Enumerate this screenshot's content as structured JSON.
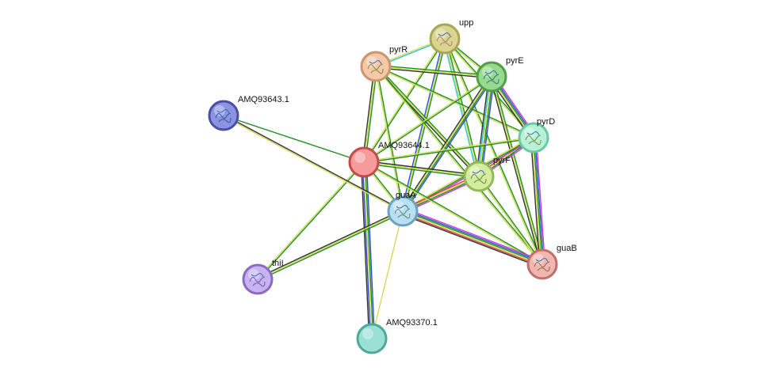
{
  "network": {
    "nodes": [
      {
        "id": "upp",
        "label": "upp",
        "fill": "#d9d58f",
        "ring": "#a9a55a",
        "glyph": "#b07a7a",
        "structure": true
      },
      {
        "id": "pyrR",
        "label": "pyrR",
        "fill": "#f7c8a8",
        "ring": "#c99670",
        "glyph": "#7a8a3a",
        "structure": true
      },
      {
        "id": "pyrE",
        "label": "pyrE",
        "fill": "#98d98f",
        "ring": "#4f9f47",
        "glyph": "#2a7a7a",
        "structure": true
      },
      {
        "id": "AMQ93643.1",
        "label": "AMQ93643.1",
        "fill": "#8d93e0",
        "ring": "#4a4fa6",
        "glyph": "#2a5aa8",
        "structure": true
      },
      {
        "id": "pyrD",
        "label": "pyrD",
        "fill": "#b7f2d8",
        "ring": "#6cc9a2",
        "glyph": "#7a8a3a",
        "structure": true
      },
      {
        "id": "AMQ93644.1",
        "label": "AMQ93644.1",
        "fill": "#f79a9a",
        "ring": "#c24a4a",
        "glyph": "",
        "structure": false
      },
      {
        "id": "pyrF",
        "label": "pyrF",
        "fill": "#d4ec9e",
        "ring": "#93b85a",
        "glyph": "#5a8a4a",
        "structure": true
      },
      {
        "id": "guaA",
        "label": "guaA",
        "fill": "#b9dff2",
        "ring": "#6aa3c2",
        "glyph": "#5a8a7a",
        "structure": true
      },
      {
        "id": "guaB",
        "label": "guaB",
        "fill": "#f2b6b0",
        "ring": "#c0706a",
        "glyph": "#8a6a4a",
        "structure": true
      },
      {
        "id": "thiI",
        "label": "thiI",
        "fill": "#c7b3f0",
        "ring": "#8a6ac2",
        "glyph": "#6a5aa8",
        "structure": true
      },
      {
        "id": "AMQ93370.1",
        "label": "AMQ93370.1",
        "fill": "#9ae0d4",
        "ring": "#4fa89a",
        "glyph": "",
        "structure": false
      }
    ],
    "edges": [
      {
        "a": "upp",
        "b": "pyrR",
        "colors": [
          "#2ec3d4",
          "#d2dc5a"
        ]
      },
      {
        "a": "upp",
        "b": "pyrE",
        "colors": [
          "#1f8f1f",
          "#d2dc5a"
        ]
      },
      {
        "a": "upp",
        "b": "pyrD",
        "colors": [
          "#1f8f1f",
          "#d2dc5a"
        ]
      },
      {
        "a": "upp",
        "b": "pyrF",
        "colors": [
          "#1f8f1f",
          "#d2dc5a",
          "#2ec3d4"
        ]
      },
      {
        "a": "upp",
        "b": "AMQ93644.1",
        "colors": [
          "#1f8f1f",
          "#d2dc5a"
        ]
      },
      {
        "a": "upp",
        "b": "guaA",
        "colors": [
          "#1f8f1f",
          "#d2dc5a",
          "#3050d0"
        ]
      },
      {
        "a": "upp",
        "b": "guaB",
        "colors": [
          "#1f8f1f",
          "#d2dc5a"
        ]
      },
      {
        "a": "pyrR",
        "b": "pyrE",
        "colors": [
          "#1f8f1f",
          "#d2dc5a",
          "#333333"
        ]
      },
      {
        "a": "pyrR",
        "b": "pyrD",
        "colors": [
          "#1f8f1f",
          "#d2dc5a"
        ]
      },
      {
        "a": "pyrR",
        "b": "pyrF",
        "colors": [
          "#1f8f1f",
          "#d2dc5a",
          "#333333"
        ]
      },
      {
        "a": "pyrR",
        "b": "AMQ93644.1",
        "colors": [
          "#1f8f1f",
          "#d2dc5a",
          "#333333"
        ]
      },
      {
        "a": "pyrR",
        "b": "guaA",
        "colors": [
          "#1f8f1f",
          "#d2dc5a"
        ]
      },
      {
        "a": "pyrR",
        "b": "guaB",
        "colors": [
          "#1f8f1f",
          "#d2dc5a"
        ]
      },
      {
        "a": "pyrE",
        "b": "pyrD",
        "colors": [
          "#c23ad4",
          "#3050d0",
          "#1f8f1f",
          "#d2dc5a",
          "#333333"
        ]
      },
      {
        "a": "pyrE",
        "b": "pyrF",
        "colors": [
          "#3050d0",
          "#1f8f1f",
          "#d2dc5a",
          "#2ec3d4",
          "#333333"
        ]
      },
      {
        "a": "pyrE",
        "b": "AMQ93644.1",
        "colors": [
          "#1f8f1f",
          "#d2dc5a"
        ]
      },
      {
        "a": "pyrE",
        "b": "guaA",
        "colors": [
          "#3050d0",
          "#1f8f1f",
          "#d2dc5a",
          "#333333"
        ]
      },
      {
        "a": "pyrE",
        "b": "guaB",
        "colors": [
          "#1f8f1f",
          "#d2dc5a",
          "#333333"
        ]
      },
      {
        "a": "pyrD",
        "b": "pyrF",
        "colors": [
          "#c23ad4",
          "#1f8f1f",
          "#d2dc5a",
          "#e04040"
        ]
      },
      {
        "a": "pyrD",
        "b": "AMQ93644.1",
        "colors": [
          "#1f8f1f",
          "#d2dc5a"
        ]
      },
      {
        "a": "pyrD",
        "b": "guaA",
        "colors": [
          "#c23ad4",
          "#1f8f1f",
          "#d2dc5a"
        ]
      },
      {
        "a": "pyrD",
        "b": "guaB",
        "colors": [
          "#c23ad4",
          "#3050d0",
          "#1f8f1f",
          "#d2dc5a",
          "#333333"
        ]
      },
      {
        "a": "pyrF",
        "b": "AMQ93644.1",
        "colors": [
          "#1f8f1f",
          "#d2dc5a",
          "#333333"
        ]
      },
      {
        "a": "pyrF",
        "b": "guaA",
        "colors": [
          "#c23ad4",
          "#1f8f1f",
          "#d2dc5a",
          "#e04040"
        ]
      },
      {
        "a": "pyrF",
        "b": "guaB",
        "colors": [
          "#1f8f1f",
          "#d2dc5a"
        ]
      },
      {
        "a": "AMQ93644.1",
        "b": "guaA",
        "colors": [
          "#1f8f1f",
          "#d2dc5a"
        ]
      },
      {
        "a": "AMQ93644.1",
        "b": "guaB",
        "colors": [
          "#1f8f1f",
          "#d2dc5a"
        ]
      },
      {
        "a": "AMQ93644.1",
        "b": "AMQ93643.1",
        "colors": [
          "#1f8f1f"
        ]
      },
      {
        "a": "AMQ93644.1",
        "b": "thiI",
        "colors": [
          "#1f8f1f",
          "#d2dc5a"
        ]
      },
      {
        "a": "AMQ93644.1",
        "b": "AMQ93370.1",
        "colors": [
          "#3050d0",
          "#1f8f1f",
          "#d2dc5a",
          "#3050d0",
          "#333333"
        ]
      },
      {
        "a": "AMQ93643.1",
        "b": "guaA",
        "colors": [
          "#333333",
          "#d2dc5a"
        ]
      },
      {
        "a": "guaA",
        "b": "guaB",
        "colors": [
          "#c23ad4",
          "#3050d0",
          "#1f8f1f",
          "#d2dc5a",
          "#e04040",
          "#333333"
        ]
      },
      {
        "a": "guaA",
        "b": "thiI",
        "colors": [
          "#1f8f1f",
          "#d2dc5a",
          "#333333"
        ]
      },
      {
        "a": "guaA",
        "b": "AMQ93370.1",
        "colors": [
          "#d2dc5a"
        ]
      }
    ]
  }
}
